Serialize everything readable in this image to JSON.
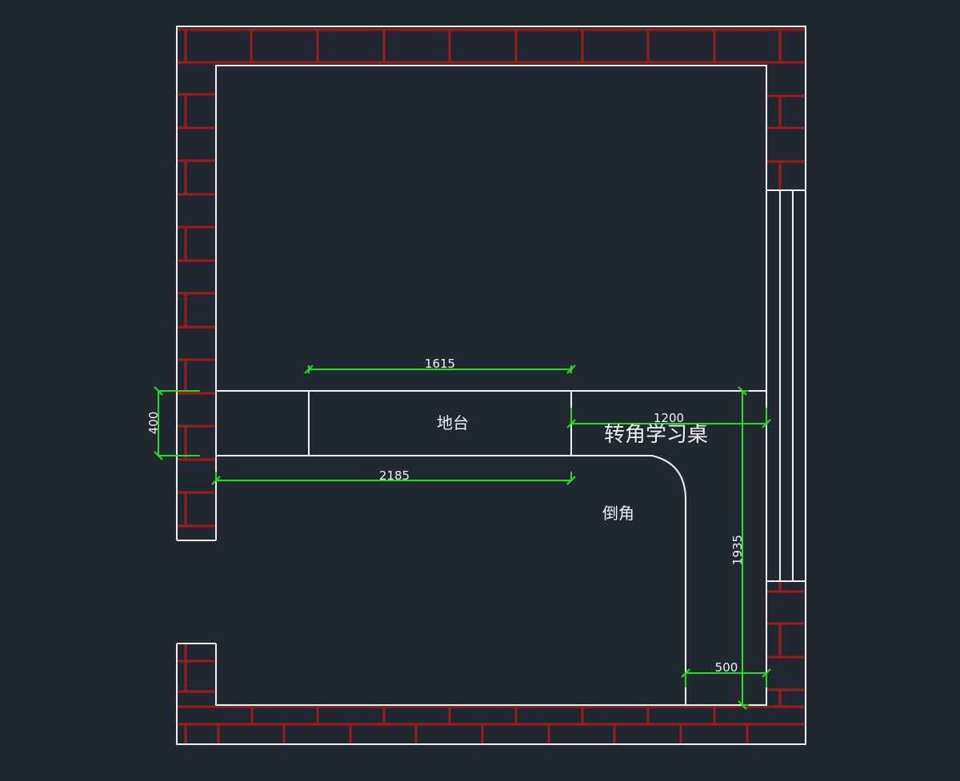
{
  "labels": {
    "platform": "地台",
    "corner_desk": "转角学习桌",
    "chamfer": "倒角"
  },
  "dimensions": {
    "platform_length": "1615",
    "desk_total_length": "2185",
    "corner_depth": "1200",
    "corner_length": "1935",
    "corner_width": "500",
    "platform_depth": "400"
  },
  "colors": {
    "background": "#212831",
    "lines": "#f2f2f2",
    "brick": "#a01c1c",
    "dimension": "#1fe01f"
  }
}
